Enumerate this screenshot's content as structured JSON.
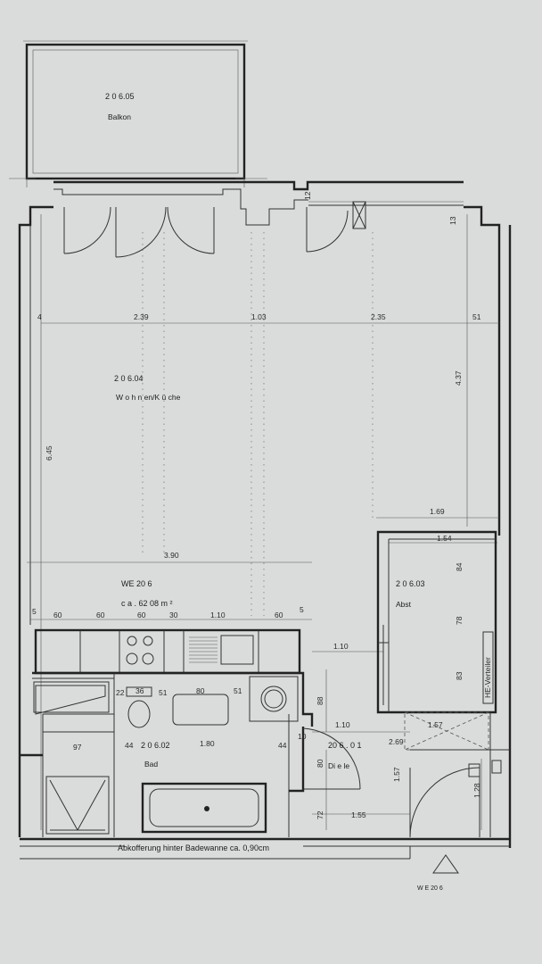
{
  "rooms": {
    "balkon": {
      "number": "2 0 6.05",
      "name": "Balkon"
    },
    "wohnkueche": {
      "number": "2 0 6.04",
      "name": "W  o  h  n en/K       ü che"
    },
    "abst": {
      "number": "2 0 6.03",
      "name": "Abst"
    },
    "bad": {
      "number": "2 0 6.02",
      "name": "Bad"
    },
    "diele": {
      "number": "20    6 . 0 1",
      "name": "Di    e  le"
    }
  },
  "unit": {
    "label": "WE      20     6",
    "area": "c a .     62     08     m  ²",
    "bottom_label": "W  E   20   6"
  },
  "note": "Abkofferung hinter Badewanne ca. 0,90cm",
  "meter_label": "HE-Verteiler",
  "dimensions": {
    "left_height": "6.45",
    "d_top_left": "4",
    "d_top_1": "2.39",
    "d_top_2": "1.03",
    "d_top_3": "2.35",
    "d_top_right": "51",
    "right_437": "4.37",
    "top_13": "13",
    "top_12": "12",
    "abst_169": "1.69",
    "abst_154": "1.54",
    "d_390": "3.90",
    "k_5a": "5",
    "k_60a": "60",
    "k_60b": "60",
    "k_60c": "60",
    "k_30": "30",
    "k_110": "1.10",
    "k_60d": "60",
    "k_5b": "5",
    "d_110a": "1.10",
    "abst_84": "84",
    "abst_78": "78",
    "abst_83": "83",
    "b_22": "22",
    "b_36": "36",
    "b_51a": "51",
    "b_80": "80",
    "b_51b": "51",
    "b_88": "88",
    "d_110b": "1.10",
    "d_157a": "1.57",
    "d_97": "97",
    "d_44a": "44",
    "d_180": "1.80",
    "d_44b": "44",
    "d_10": "10",
    "d_269": "2.69",
    "d_80": "80",
    "d_157b": "1.57",
    "d_128": "1.28",
    "d_72": "72",
    "d_155": "1.55"
  }
}
